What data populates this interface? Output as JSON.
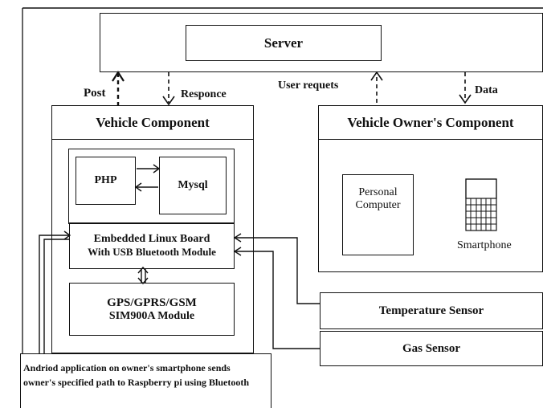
{
  "server": {
    "title": "Server"
  },
  "vehicle_component": {
    "title": "Vehicle Component",
    "php": "PHP",
    "mysql": "Mysql",
    "board_line1": "Embedded Linux Board",
    "board_line2": "With USB Bluetooth Module",
    "gps_line1": "GPS/GPRS/GSM",
    "gps_line2": "SIM900A Module"
  },
  "owner_component": {
    "title": "Vehicle Owner's Component",
    "pc_line1": "Personal",
    "pc_line2": "Computer",
    "smartphone": "Smartphone",
    "smartphone_icon": "grid-phone-icon"
  },
  "arrows": {
    "post": "Post",
    "responce": "Responce",
    "user_requests": "User requets",
    "data": "Data"
  },
  "sensors": {
    "temperature": "Temperature Sensor",
    "gas": "Gas Sensor"
  },
  "android_note": {
    "line1": "Andriod application on owner's smartphone sends",
    "line2": "owner's specified path to Raspberry pi using Bluetooth"
  }
}
